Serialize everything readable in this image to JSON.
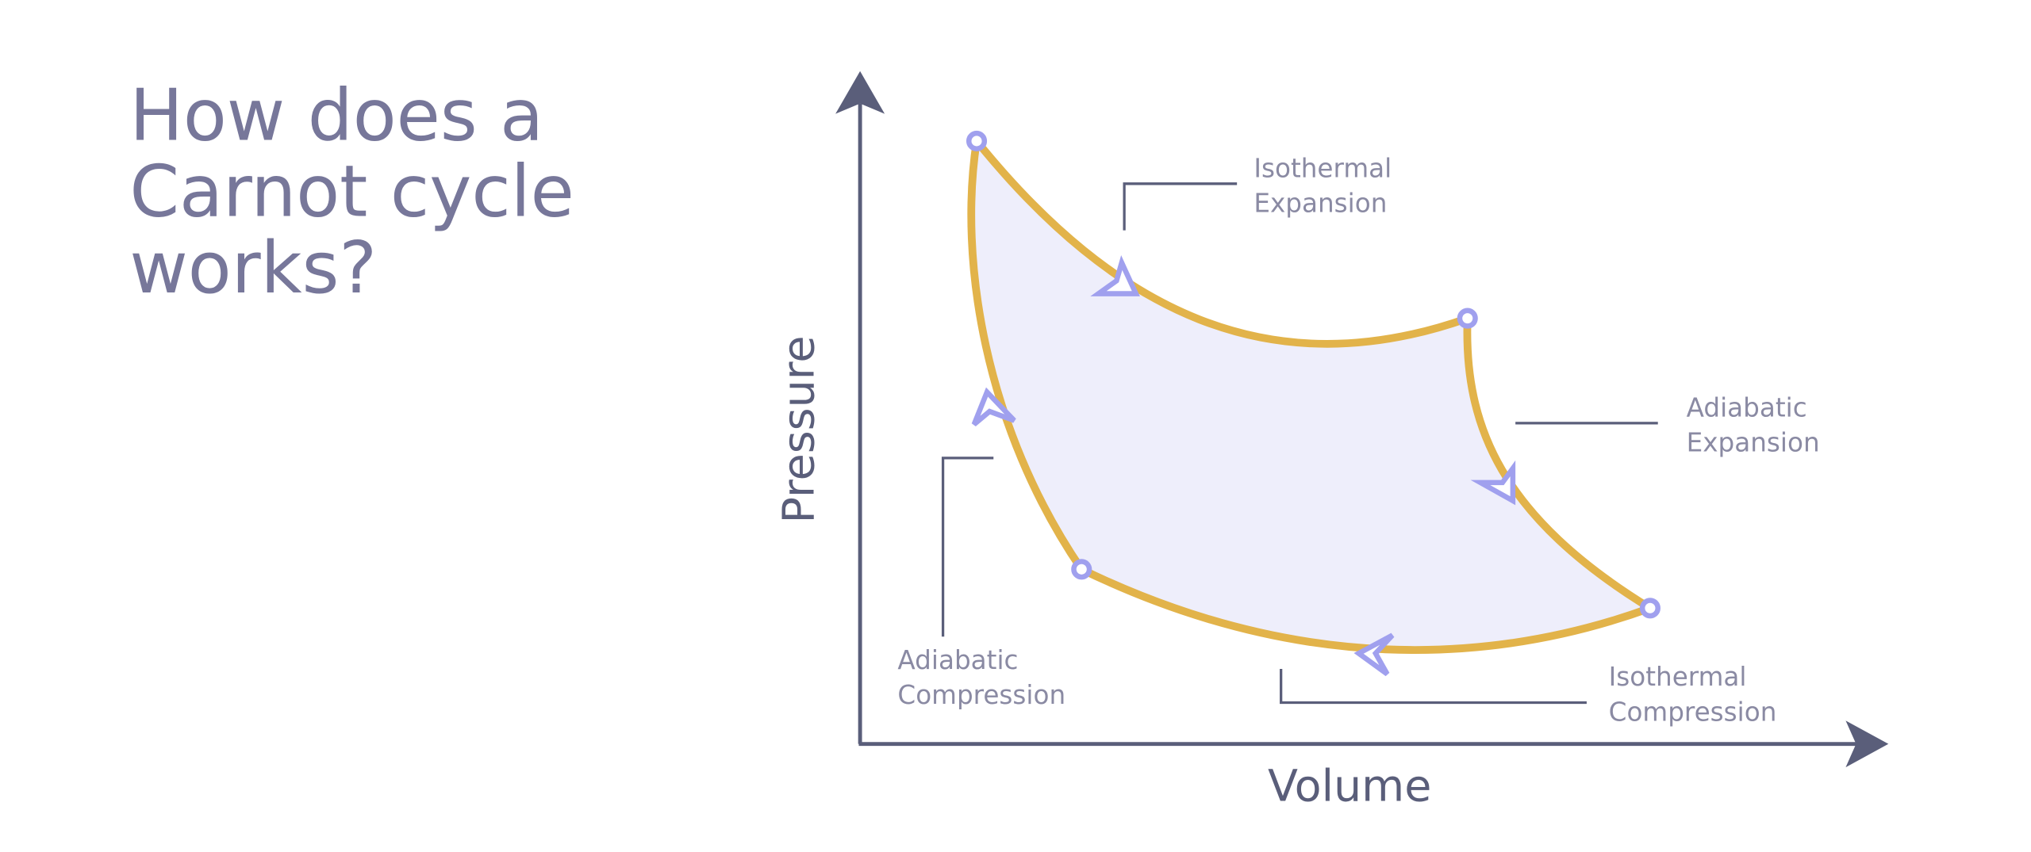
{
  "title": {
    "lines": [
      "How does a",
      "Carnot cycle",
      "works?"
    ]
  },
  "axes": {
    "x_label": "Volume",
    "y_label": "Pressure"
  },
  "processes": [
    {
      "id": "isothermal-expansion",
      "lines": [
        "Isothermal",
        "Expansion"
      ]
    },
    {
      "id": "adiabatic-expansion",
      "lines": [
        "Adiabatic",
        "Expansion"
      ]
    },
    {
      "id": "isothermal-compression",
      "lines": [
        "Isothermal",
        "Compression"
      ]
    },
    {
      "id": "adiabatic-compression",
      "lines": [
        "Adiabatic",
        "Compression"
      ]
    }
  ],
  "colors": {
    "curve": "#e2b34a",
    "fill": "#eeeefb",
    "marker": "#a0a0ee",
    "axis": "#5a5e7a",
    "text": "#8a8aa3",
    "title": "#77779a"
  }
}
